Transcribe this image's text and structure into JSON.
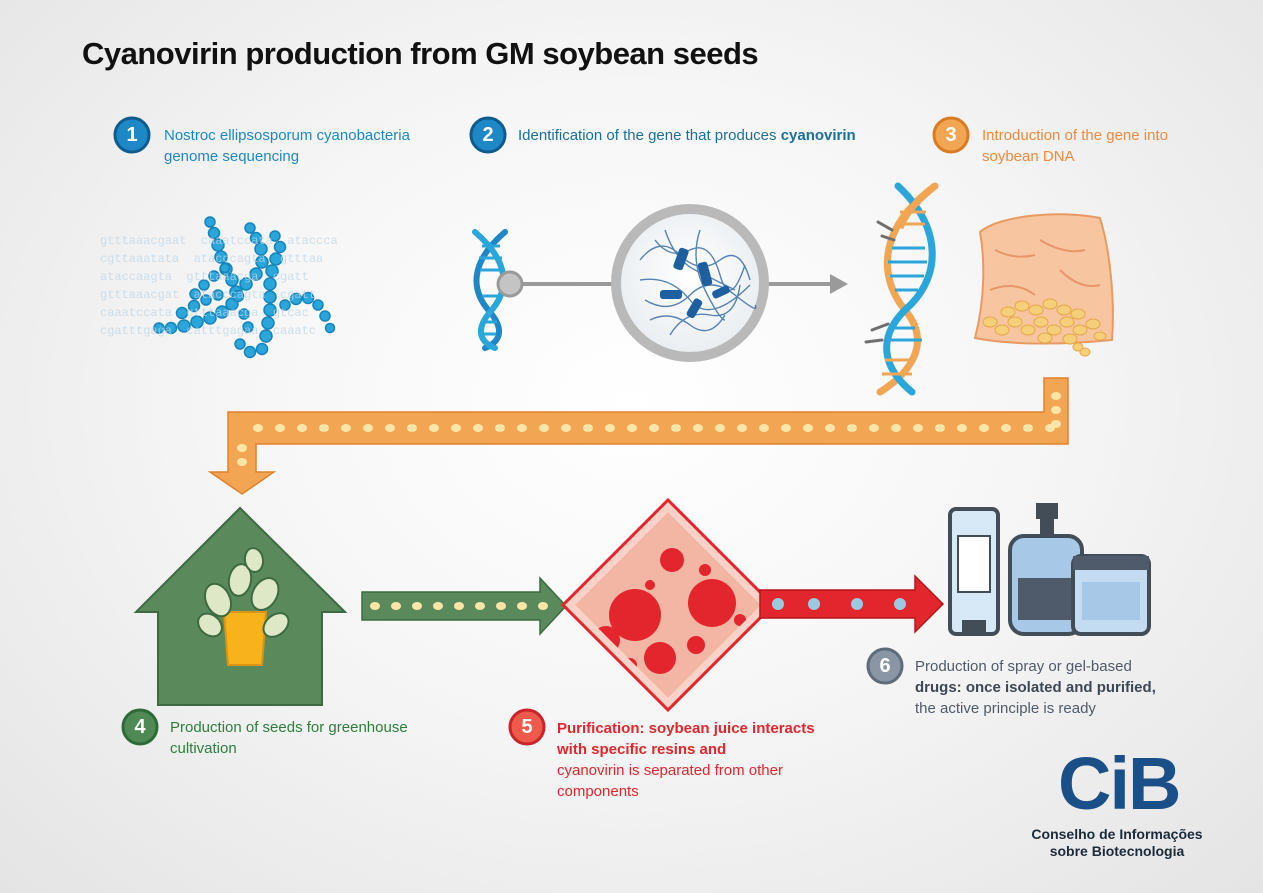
{
  "title": "Cyanovirin production from GM soybean seeds",
  "colors": {
    "blue": "#1e88c6",
    "dark_blue": "#1a6f9e",
    "orange": "#f2a553",
    "green": "#5a8a5c",
    "red": "#e3262d",
    "slate": "#5e6b7a",
    "logo": "#1b4f88"
  },
  "steps": [
    {
      "number": "1",
      "text": "Nostroc ellipsosporum cyanobacteria genome sequencing"
    },
    {
      "number": "2",
      "text": "Identification of the gene that produces ",
      "highlight": "cyanovirin"
    },
    {
      "number": "3",
      "text": "Introduction of the gene into soybean DNA"
    },
    {
      "number": "4",
      "text": "Production of seeds for greenhouse cultivation"
    },
    {
      "number": "5",
      "highlight": "Purification: soybean juice interacts with specific resins and",
      "text": "cyanovirin is separated from other components"
    },
    {
      "number": "6",
      "text": "Production of spray or gel-based",
      "highlight": "drugs: once isolated and purified,",
      "text_end": "the active principle is ready"
    }
  ],
  "genome_text": "gtttaaacgaat  caaatccata  ataccca\ncgttaaatata  atacccagta  gtttaa\nataccaagta  gtttaaacga  cgatt\ngtttaaacgat  atacccagta  cgatt\ncaaatccata  gtttaaacga  gtcac\ncgatttgaga  catttgagaa  caaatc",
  "logo": {
    "name": "CiB",
    "org_line1": "Conselho de Informações",
    "org_line2": "sobre Biotecnologia"
  },
  "icons": [
    "cyanobacteria-chain-icon",
    "dna-helix-icon",
    "protein-magnifier-icon",
    "modified-dna-icon",
    "soybean-sack-icon",
    "greenhouse-plant-icon",
    "purification-resin-icon",
    "drug-products-icon"
  ]
}
